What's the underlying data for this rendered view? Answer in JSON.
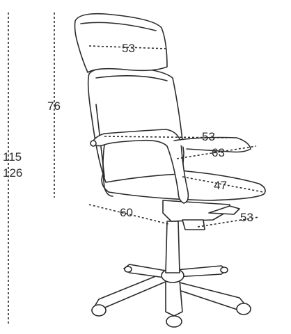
{
  "diagram": {
    "subject": "office chair dimension drawing",
    "colors": {
      "line": "#2b2b2b",
      "background": "#ffffff"
    },
    "labels": {
      "overall_height_min": "115",
      "overall_height_max": "126",
      "back_height": "76",
      "headrest_width": "53",
      "seat_width": "53",
      "seat_depth_arm": "63",
      "seat_depth": "47",
      "base_depth": "60",
      "base_width": "53"
    }
  }
}
